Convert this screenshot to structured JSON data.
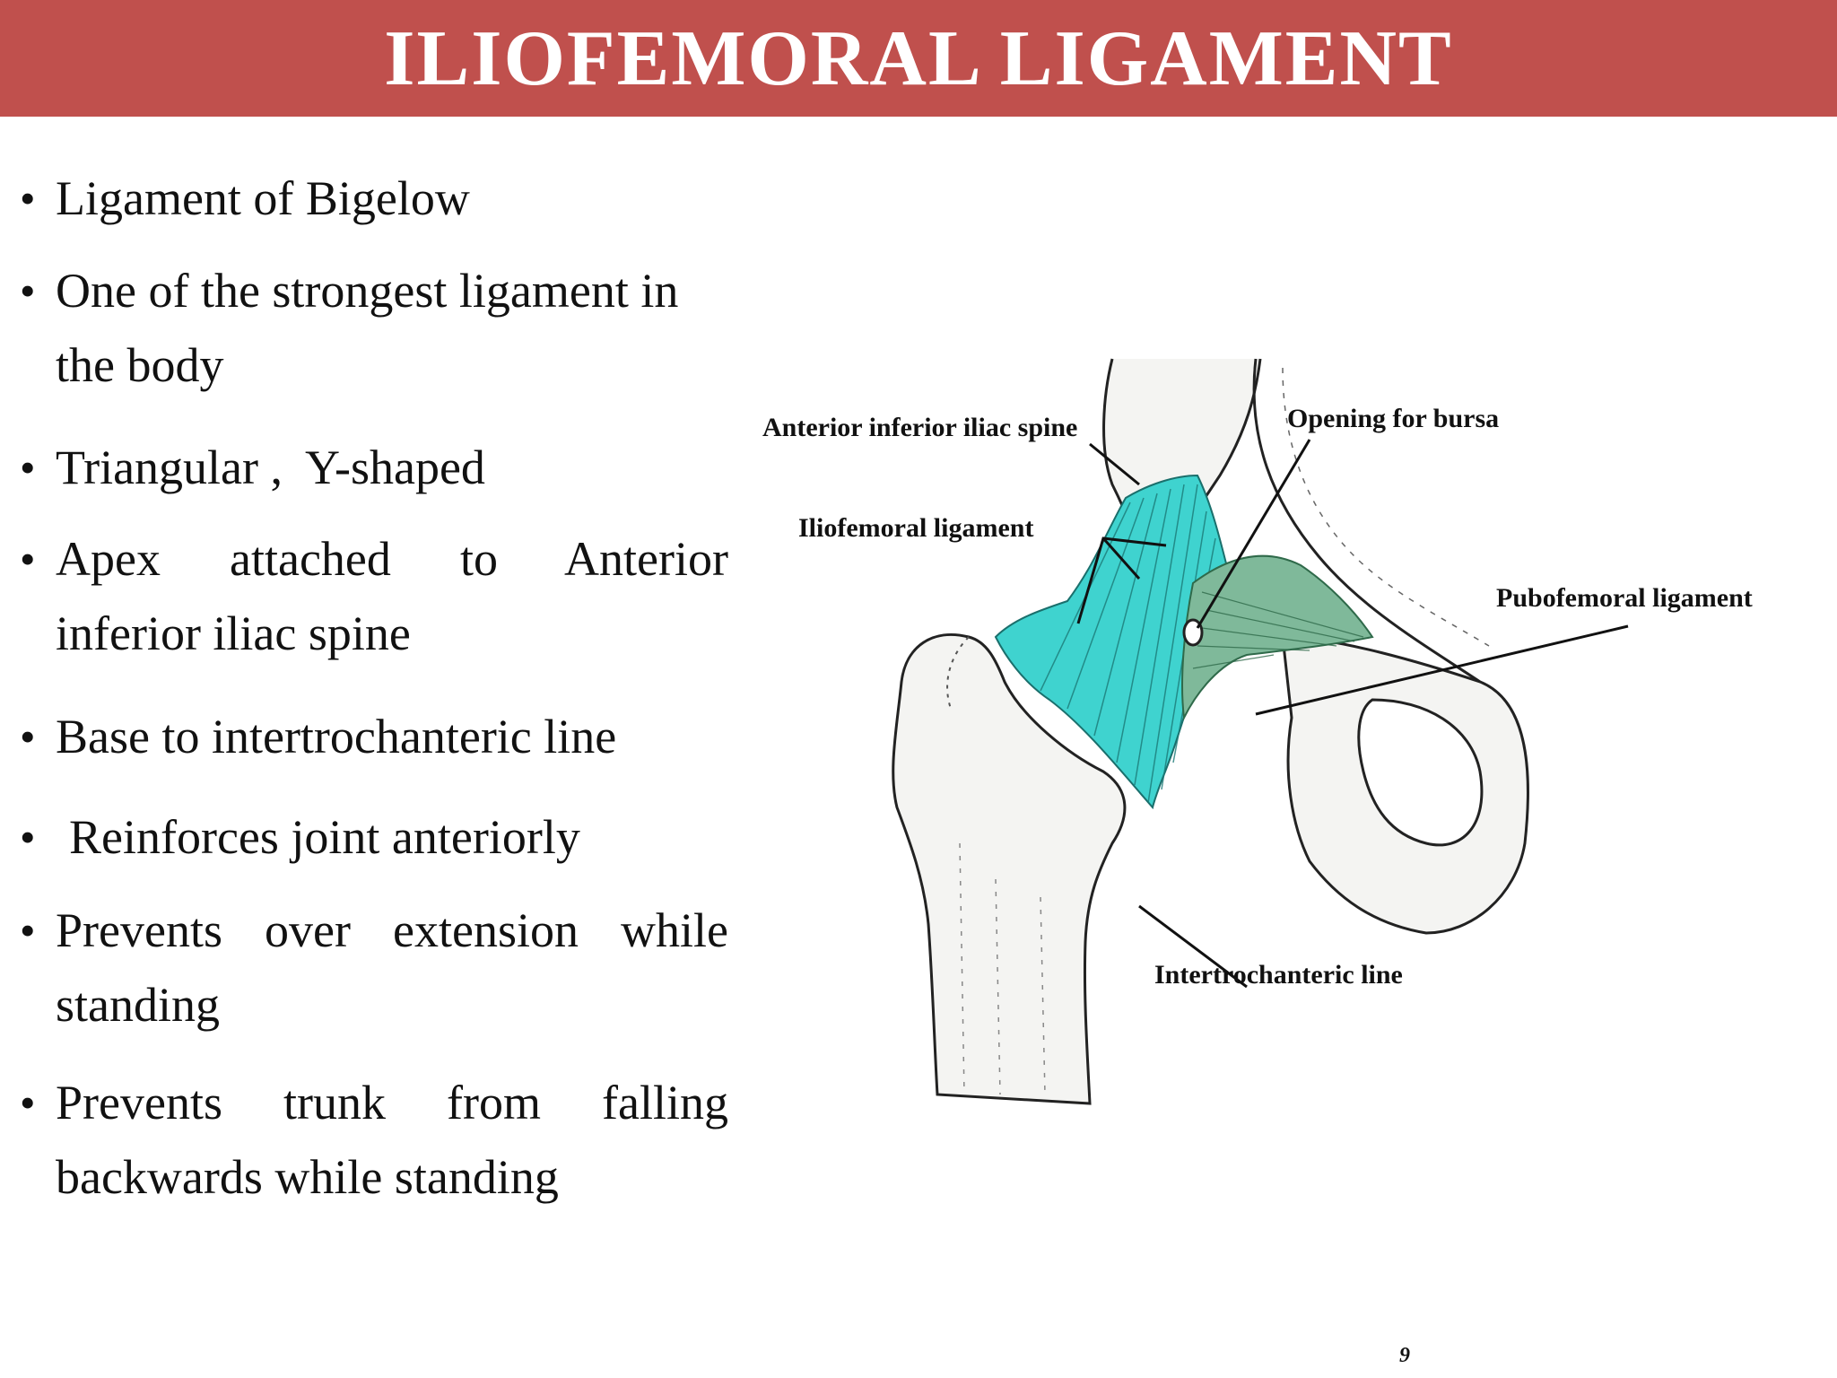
{
  "slide": {
    "title": "ILIOFEMORAL LIGAMENT",
    "page_number": "9",
    "colors": {
      "title_bar": "#c0504d",
      "title_text": "#ffffff",
      "ligament_teal": "#3fd3cf",
      "ligament_green": "#7fb99a"
    }
  },
  "bullets": [
    {
      "marker": "•",
      "lines": [
        "Ligament of Bigelow"
      ]
    },
    {
      "marker": "•",
      "lines": [
        "One of the strongest ligament in",
        "the body"
      ]
    },
    {
      "marker": "•",
      "lines": [
        "Triangular ,  Y-shaped"
      ]
    },
    {
      "marker": "•",
      "lines": [
        "Apex attached to Anterior",
        "inferior iliac spine"
      ]
    },
    {
      "marker": "•",
      "lines": [
        "Base to intertrochanteric line"
      ]
    },
    {
      "marker": "•",
      "lines": [
        "Reinforces joint anteriorly"
      ]
    },
    {
      "marker": "•",
      "lines": [
        "Prevents over extension while",
        "standing"
      ]
    },
    {
      "marker": "•",
      "lines": [
        "Prevents trunk from falling",
        "backwards while standing"
      ]
    }
  ],
  "figure": {
    "labels": {
      "anterior_inferior_iliac_spine": "Anterior inferior iliac spine",
      "opening_for_bursa": "Opening for bursa",
      "iliofemoral_ligament": "Iliofemoral ligament",
      "pubofemoral_ligament": "Pubofemoral ligament",
      "intertrochanteric_line": "Intertrochanteric line"
    }
  }
}
